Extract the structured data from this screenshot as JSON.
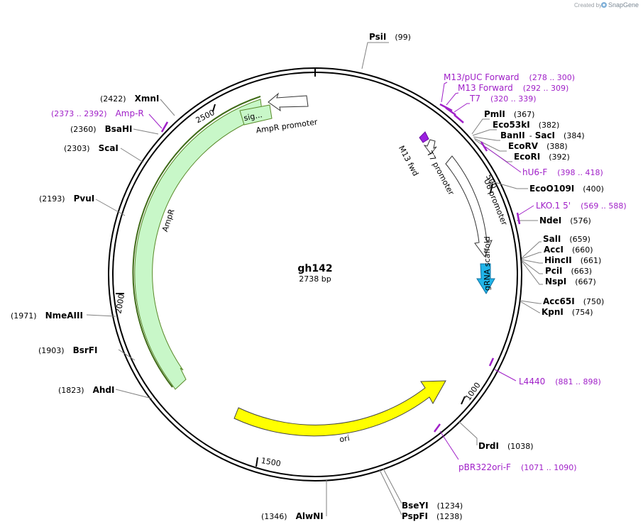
{
  "credit": {
    "prefix": "Created by",
    "brand": "SnapGene"
  },
  "plasmid": {
    "name": "gh142",
    "length_label": "2738 bp"
  },
  "ticks": [
    {
      "label": "500"
    },
    {
      "label": "1000"
    },
    {
      "label": "1500"
    },
    {
      "label": "2000"
    },
    {
      "label": "2500"
    }
  ],
  "enzymes": [
    {
      "name": "PsiI",
      "pos": "(99)"
    },
    {
      "name": "PmlI",
      "pos": "(367)"
    },
    {
      "name": "Eco53kI",
      "pos": "(382)"
    },
    {
      "name": "BanII",
      "sep": "-",
      "name2": "SacI",
      "pos": "(384)"
    },
    {
      "name": "EcoRV",
      "pos": "(388)"
    },
    {
      "name": "EcoRI",
      "pos": "(392)"
    },
    {
      "name": "EcoO109I",
      "pos": "(400)"
    },
    {
      "name": "NdeI",
      "pos": "(576)"
    },
    {
      "name": "SalI",
      "pos": "(659)"
    },
    {
      "name": "AccI",
      "pos": "(660)"
    },
    {
      "name": "HincII",
      "pos": "(661)"
    },
    {
      "name": "PciI",
      "pos": "(663)"
    },
    {
      "name": "NspI",
      "pos": "(667)"
    },
    {
      "name": "Acc65I",
      "pos": "(750)"
    },
    {
      "name": "KpnI",
      "pos": "(754)"
    },
    {
      "name": "DrdI",
      "pos": "(1038)"
    },
    {
      "name": "BseYI",
      "pos": "(1234)"
    },
    {
      "name": "PspFI",
      "pos": "(1238)"
    },
    {
      "name": "AlwNI",
      "pos": "(1346)"
    },
    {
      "name": "AhdI",
      "pos": "(1823)"
    },
    {
      "name": "BsrFI",
      "pos": "(1903)"
    },
    {
      "name": "NmeAIII",
      "pos": "(1971)"
    },
    {
      "name": "PvuI",
      "pos": "(2193)"
    },
    {
      "name": "ScaI",
      "pos": "(2303)"
    },
    {
      "name": "BsaHI",
      "pos": "(2360)"
    },
    {
      "name": "XmnI",
      "pos": "(2422)"
    }
  ],
  "primers": [
    {
      "name": "M13/pUC Forward",
      "range": "(278 .. 300)"
    },
    {
      "name": "M13 Forward",
      "range": "(292 .. 309)"
    },
    {
      "name": "T7",
      "range": "(320 .. 339)"
    },
    {
      "name": "hU6-F",
      "range": "(398 .. 418)"
    },
    {
      "name": "LKO.1 5'",
      "range": "(569 .. 588)"
    },
    {
      "name": "L4440",
      "range": "(881 .. 898)"
    },
    {
      "name": "pBR322ori-F",
      "range": "(1071 .. 1090)"
    },
    {
      "name": "Amp-R",
      "range": "(2373 .. 2392)"
    }
  ],
  "features": {
    "ampr": "AmpR",
    "ampr_promoter": "AmpR promoter",
    "sig": "sig...",
    "m13_fwd": "M13 fwd",
    "t7_promoter": "T7 promoter",
    "u6_promoter": "U6 promoter",
    "grna_scaffold": "gRNA scaffold",
    "ori": "ori"
  },
  "colors": {
    "ampr": "#c8f7c8",
    "ampr_outline": "#5a8a2a",
    "ori": "#ffff00",
    "grna": "#20b4e8",
    "m13": "#9b20e0",
    "primer": "#a020c8"
  }
}
